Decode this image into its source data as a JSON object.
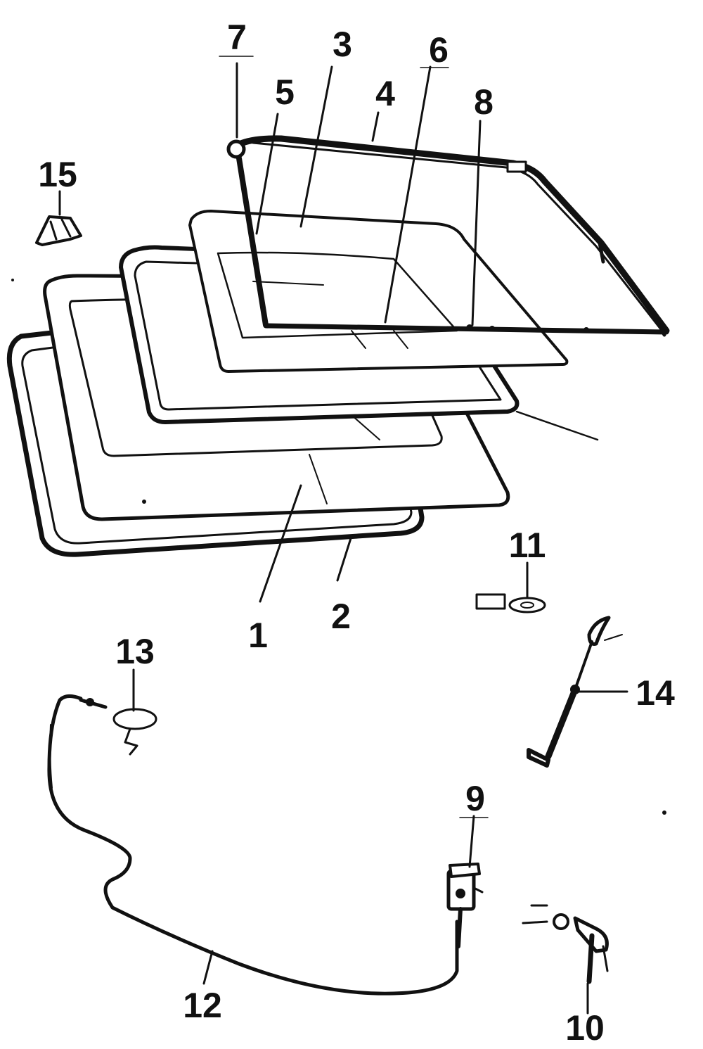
{
  "diagram": {
    "colors": {
      "ink": "#111111",
      "paper": "#ffffff"
    },
    "callouts": [
      "1",
      "2",
      "3",
      "4",
      "5",
      "6",
      "7",
      "8",
      "9",
      "10",
      "11",
      "12",
      "13",
      "14",
      "15"
    ]
  }
}
